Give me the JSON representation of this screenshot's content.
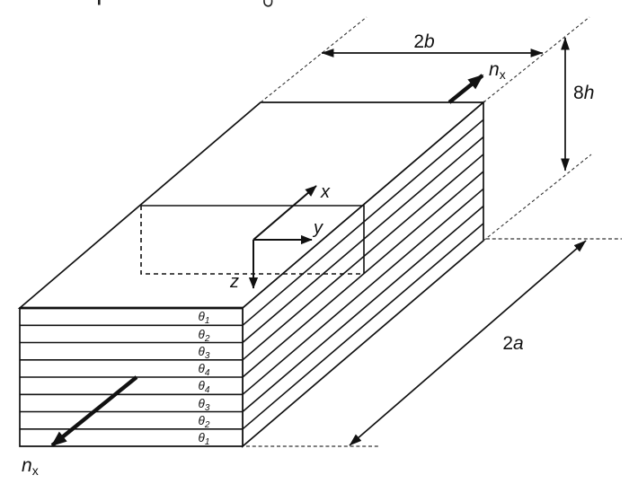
{
  "labels": {
    "dim_2b": {
      "num": "2",
      "var": "b"
    },
    "dim_8h": {
      "num": "8",
      "var": "h"
    },
    "dim_2a": {
      "num": "2",
      "var": "a"
    },
    "nx_top": {
      "base": "n",
      "sub": "x"
    },
    "nx_bottom": {
      "base": "n",
      "sub": "x"
    },
    "axis": {
      "x": "x",
      "y": "y",
      "z": "z"
    }
  },
  "layers": [
    {
      "base": "θ",
      "sub": "1"
    },
    {
      "base": "θ",
      "sub": "2"
    },
    {
      "base": "θ",
      "sub": "3"
    },
    {
      "base": "θ",
      "sub": "4"
    },
    {
      "base": "θ",
      "sub": "4"
    },
    {
      "base": "θ",
      "sub": "3"
    },
    {
      "base": "θ",
      "sub": "2"
    },
    {
      "base": "θ",
      "sub": "1"
    }
  ],
  "colors": {
    "line": "#111111",
    "background": "#ffffff"
  }
}
